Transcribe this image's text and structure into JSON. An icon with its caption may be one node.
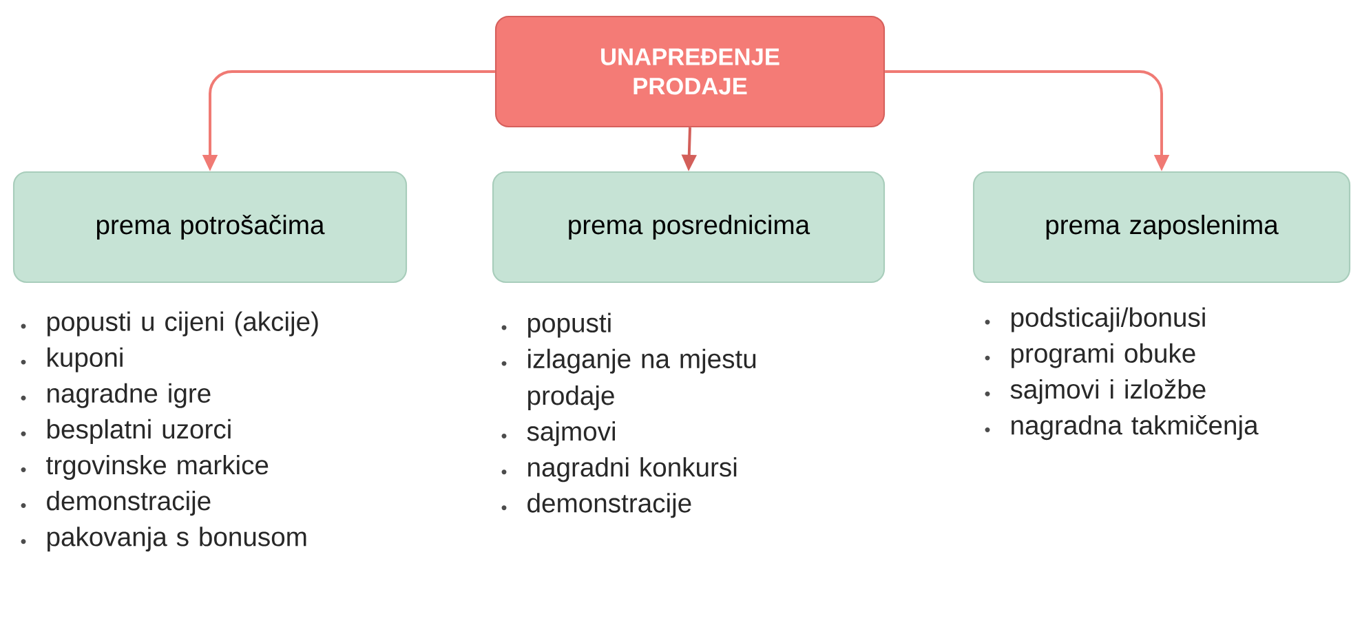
{
  "diagram": {
    "nodes": [
      {
        "text": [
          "UNAPREĐENJE PRODAJE"
        ]
      },
      {
        "text": [
          "prema potrošačima"
        ],
        "beside": [
          "popusti u cijeni (akcije)",
          "kuponi",
          "nagradne igre",
          "besplatni uzorci",
          "trgovinske markice",
          "demonstracije",
          "pakovanja s bonusom"
        ]
      },
      {
        "text": [
          "prema posrednicima"
        ],
        "beside": [
          "popusti",
          "izlaganje na mjestu prodaje",
          "sajmovi",
          "nagradni konkursi",
          "demonstracije"
        ]
      },
      {
        "text": [
          "prema zaposlenima"
        ],
        "beside": [
          "podsticaji/bonusi",
          "programi obuke",
          "sajmovi i izložbe",
          "nagradna takmičenja"
        ]
      }
    ],
    "edges": [
      {
        "from": 0,
        "to": 1,
        "arrow": "to"
      },
      {
        "from": 0,
        "to": 2,
        "arrow": "to",
        "color": "#d35f5a"
      },
      {
        "from": 0,
        "to": 3,
        "arrow": "to"
      }
    ]
  }
}
